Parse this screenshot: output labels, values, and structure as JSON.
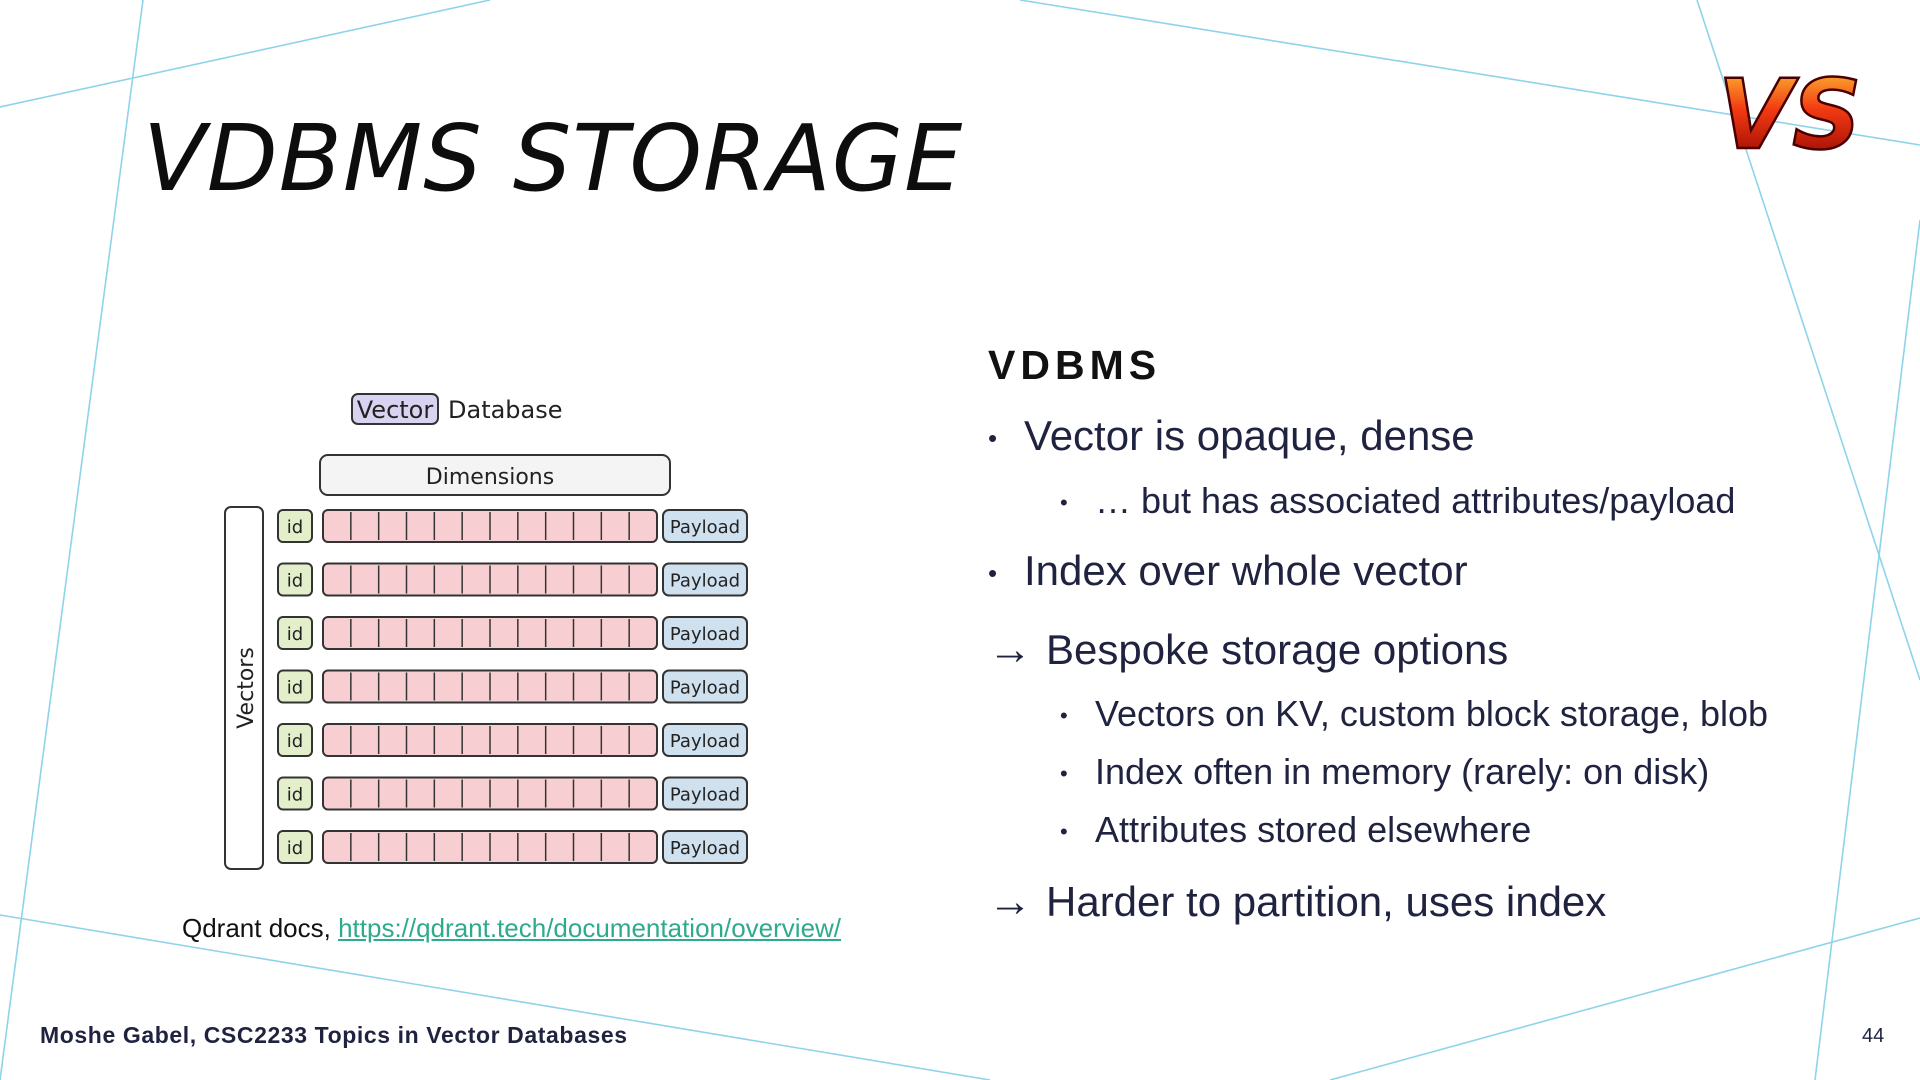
{
  "slide": {
    "title": "VDBMS STORAGE",
    "page_number": "44",
    "footer": "Moshe Gabel, CSC2233 Topics in Vector Databases",
    "logo_text": "VS"
  },
  "diagram": {
    "header_highlight": "Vector",
    "header_rest": "Database",
    "dimensions_label": "Dimensions",
    "vectors_label": "Vectors",
    "id_label": "id",
    "payload_label": "Payload",
    "rows": 7,
    "cells_per_row": 12,
    "colors": {
      "vector_tag": "#d9d2f0",
      "dimensions": "#f4f4f4",
      "id": "#e3efcb",
      "vector_cells": "#f7cfd2",
      "payload": "#cfe0ef"
    }
  },
  "caption": {
    "prefix": "Qdrant docs, ",
    "link_text": "https://qdrant.tech/documentation/overview/"
  },
  "content": {
    "heading": "VDBMS",
    "items": [
      {
        "marker": "•",
        "text": "Vector is opaque, dense"
      },
      {
        "marker": "•",
        "text": "… but has associated attributes/payload"
      },
      {
        "marker": "•",
        "text": "Index over whole vector"
      },
      {
        "marker": "→",
        "text": "Bespoke storage options"
      },
      {
        "marker": "•",
        "text": "Vectors on KV, custom block storage, blob"
      },
      {
        "marker": "•",
        "text": "Index often in memory (rarely: on disk)"
      },
      {
        "marker": "•",
        "text": "Attributes stored elsewhere"
      },
      {
        "marker": "→",
        "text": "Harder to partition, uses index"
      }
    ]
  },
  "colors": {
    "accent_lines": "#7fd0ea",
    "text": "#1f2340",
    "link": "#2eaa8c"
  }
}
